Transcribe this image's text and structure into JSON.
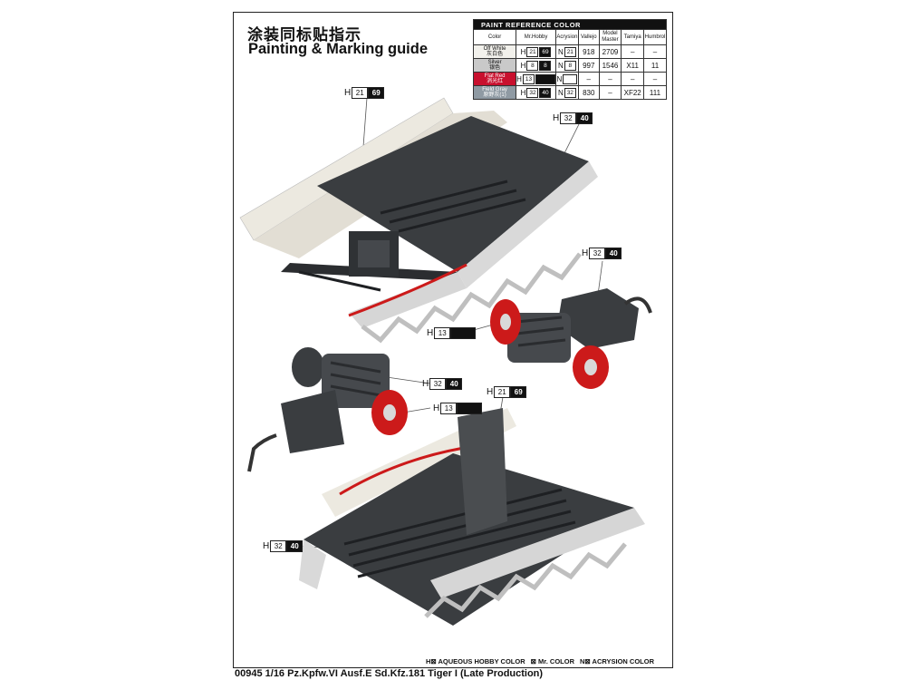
{
  "header": {
    "title_cn": "涂装同标贴指示",
    "title_en": "Painting & Marking guide"
  },
  "paint_table": {
    "heading": "PAINT REFERENCE COLOR",
    "columns": [
      "Color",
      "Mr.Hobby",
      "Acrysion",
      "Vallejo",
      "Model Master",
      "Tamiya",
      "Humbrol"
    ],
    "rows": [
      {
        "name": "Off White",
        "name_cn": "灰白色",
        "h1": "21",
        "h2": "69",
        "n": "21",
        "vallejo": "918",
        "model_master": "2709",
        "tamiya": "–",
        "humbrol": "–",
        "swatch": "#f2f1ec",
        "text": "#222"
      },
      {
        "name": "Silver",
        "name_cn": "银色",
        "h1": "8",
        "h2": "8",
        "n": "8",
        "vallejo": "997",
        "model_master": "1546",
        "tamiya": "X11",
        "humbrol": "11",
        "swatch": "#c9c9c9",
        "text": "#222"
      },
      {
        "name": "Flat Red",
        "name_cn": "消光红",
        "h1": "13",
        "h2": "",
        "n": "",
        "vallejo": "–",
        "model_master": "–",
        "tamiya": "–",
        "humbrol": "–",
        "swatch": "#c8102e",
        "text": "#ffffff"
      },
      {
        "name": "Field Gray",
        "name_cn": "原野灰(1)",
        "h1": "32",
        "h2": "40",
        "n": "32",
        "vallejo": "830",
        "model_master": "–",
        "tamiya": "XF22",
        "humbrol": "111",
        "swatch": "#8f9aa3",
        "text": "#ffffff"
      }
    ]
  },
  "callouts": [
    {
      "letter": "H",
      "a": "21",
      "b": "69"
    },
    {
      "letter": "H",
      "a": "32",
      "b": "40"
    },
    {
      "letter": "H",
      "a": "32",
      "b": "40"
    },
    {
      "letter": "H",
      "a": "13",
      "b": ""
    },
    {
      "letter": "H",
      "a": "32",
      "b": "40"
    },
    {
      "letter": "H",
      "a": "13",
      "b": ""
    },
    {
      "letter": "H",
      "a": "21",
      "b": "69"
    },
    {
      "letter": "H",
      "a": "32",
      "b": "40"
    }
  ],
  "legend": {
    "aqueous": "H⊠ AQUEOUS HOBBY COLOR",
    "mr": "⊠ Mr. COLOR",
    "acrysion": "N⊠ ACRYSION COLOR"
  },
  "footer": "00945 1/16  Pz.Kpfw.VI Ausf.E Sd.Kfz.181 Tiger I (Late Production)",
  "colors": {
    "off_white": "#ece9e0",
    "dark_gray": "#3a3d40",
    "red": "#cc1a1a",
    "light_gray": "#cfd0d0"
  }
}
